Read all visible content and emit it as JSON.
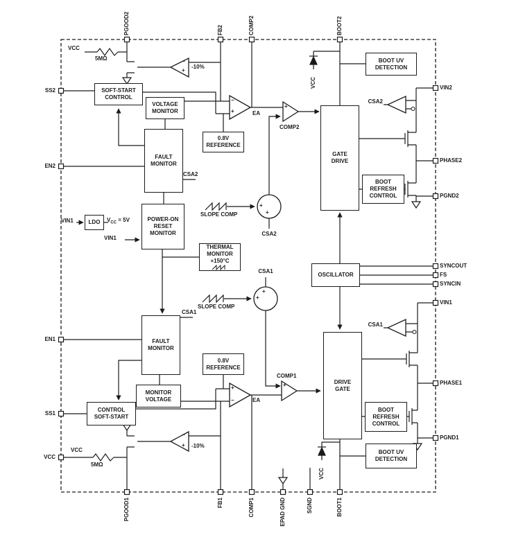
{
  "colors": {
    "line": "#1a1a1a",
    "background": "#ffffff"
  },
  "pins": {
    "top": [
      "PGOOD2",
      "FB2",
      "COMP2",
      "BOOT2"
    ],
    "bottom": [
      "PGOOD1",
      "FB1",
      "COMP1",
      "EPAD GND",
      "SGND",
      "BOOT1"
    ],
    "left": [
      "SS2",
      "EN2",
      "EN1",
      "SS1",
      "VCC"
    ],
    "right": [
      "VIN2",
      "PHASE2",
      "PGND2",
      "SYNCOUT",
      "FS",
      "SYNCIN",
      "VIN1",
      "PHASE1",
      "PGND1"
    ]
  },
  "blocks": {
    "soft_start_control_2": "SOFT-START\nCONTROL",
    "voltage_monitor_2": "VOLTAGE\nMONITOR",
    "fault_monitor_2": "FAULT\nMONITOR",
    "power_on_reset": "POWER-ON\nRESET\nMONITOR",
    "ldo": "LDO",
    "thermal_monitor": "THERMAL\nMONITOR\n+150°C",
    "reference_2": "0.8V\nREFERENCE",
    "gate_drive_2": "GATE\nDRIVE",
    "boot_uv_2": "BOOT UV\nDETECTION",
    "boot_refresh_2": "BOOT\nREFRESH\nCONTROL",
    "oscillator": "OSCILLATOR",
    "fault_monitor_1": "FAULT\nMONITOR",
    "monitor_voltage_1": "MONITOR\nVOLTAGE",
    "soft_start_control_1": "CONTROL\nSOFT-START",
    "reference_1": "0.8V\nREFERENCE",
    "gate_drive_1": "DRIVE\nGATE",
    "boot_refresh_1": "BOOT\nREFRESH\nCONTROL",
    "boot_uv_1": "BOOT UV\nDETECTION"
  },
  "labels": {
    "ea_2": "EA",
    "ea_1": "EA",
    "comp2": "COMP2",
    "comp1": "COMP1",
    "csa2_amp": "CSA2",
    "csa1_amp": "CSA1",
    "csa2_sum": "CSA2",
    "csa1_sum": "CSA1",
    "csa2_fault": "CSA2",
    "csa1_fault": "CSA1",
    "minus10_2": "-10%",
    "minus10_1": "-10%",
    "slope_comp_2": "SLOPE COMP",
    "slope_comp_1": "SLOPE COMP",
    "vcc_top": "VCC",
    "vcc_bottom": "VCC",
    "vcc_boot2": "VCC",
    "vcc_boot1": "VCC",
    "r_top": "5MΩ",
    "r_bottom": "5MΩ",
    "vin1_ldo": "VIN1",
    "vin1_por": "VIN1",
    "vcc5_v": "V",
    "vcc5_sub": "CC",
    "vcc5_eq": " = 5V",
    "plus": "+",
    "minus": "−"
  }
}
